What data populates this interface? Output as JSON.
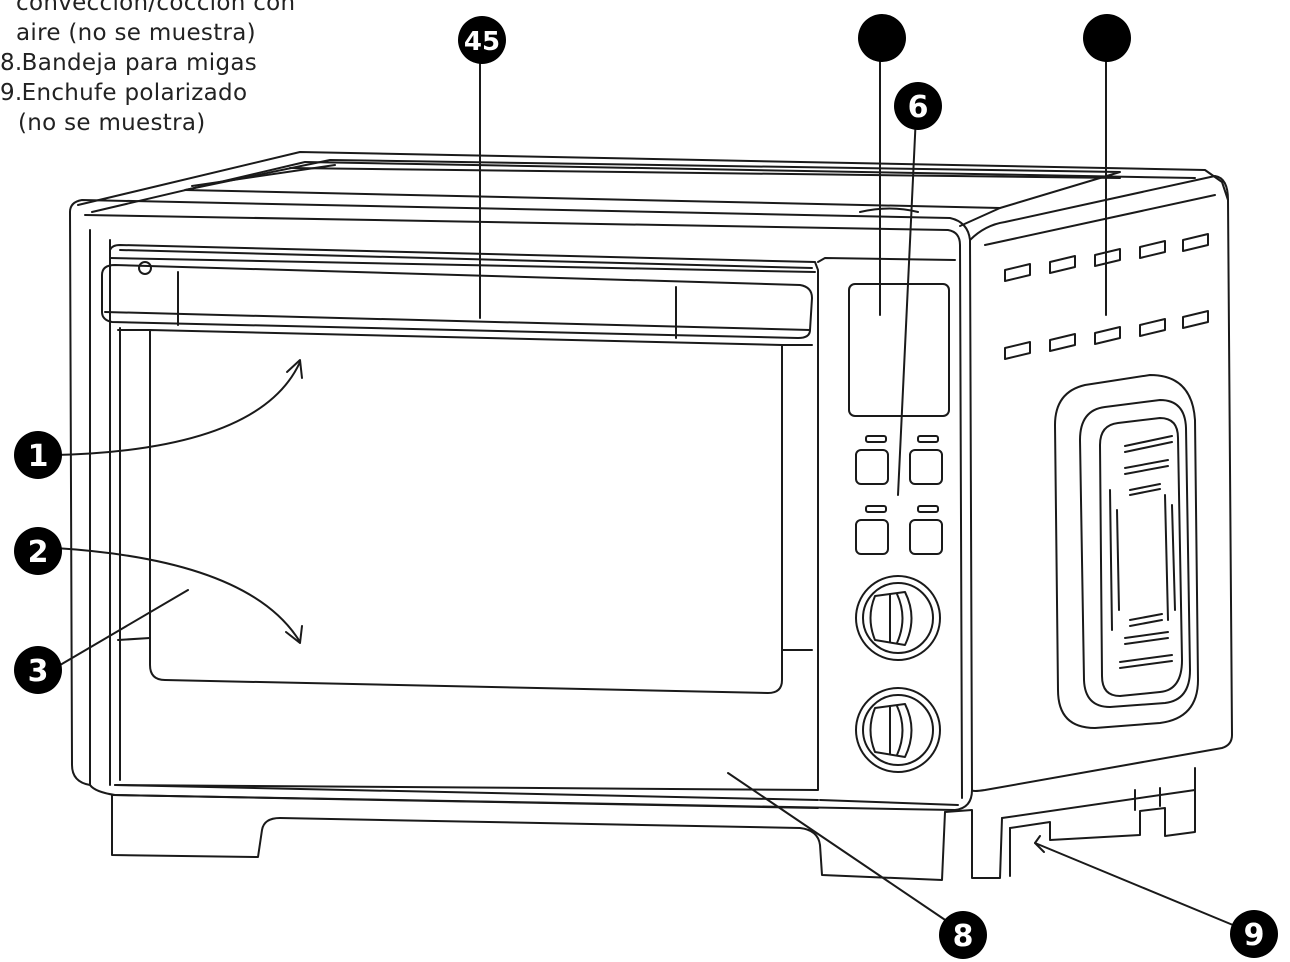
{
  "legend": {
    "lines": [
      {
        "num": "",
        "text": "convección/cocción con"
      },
      {
        "num": "",
        "text": "aire (no se muestra)"
      },
      {
        "num": "8.",
        "text": "Bandeja para migas"
      },
      {
        "num": "9.",
        "text": "Enchufe polarizado"
      },
      {
        "num": "",
        "text": "(no se muestra)"
      }
    ]
  },
  "callouts": {
    "c1": "1",
    "c2": "2",
    "c3": "3",
    "c45": "45",
    "c6": "6",
    "c7a": "",
    "c7b": "",
    "c8": "8",
    "c9": "9"
  },
  "colors": {
    "line": "#1a1a1a",
    "badge": "#000000",
    "badge_text": "#ffffff",
    "background": "#ffffff"
  }
}
